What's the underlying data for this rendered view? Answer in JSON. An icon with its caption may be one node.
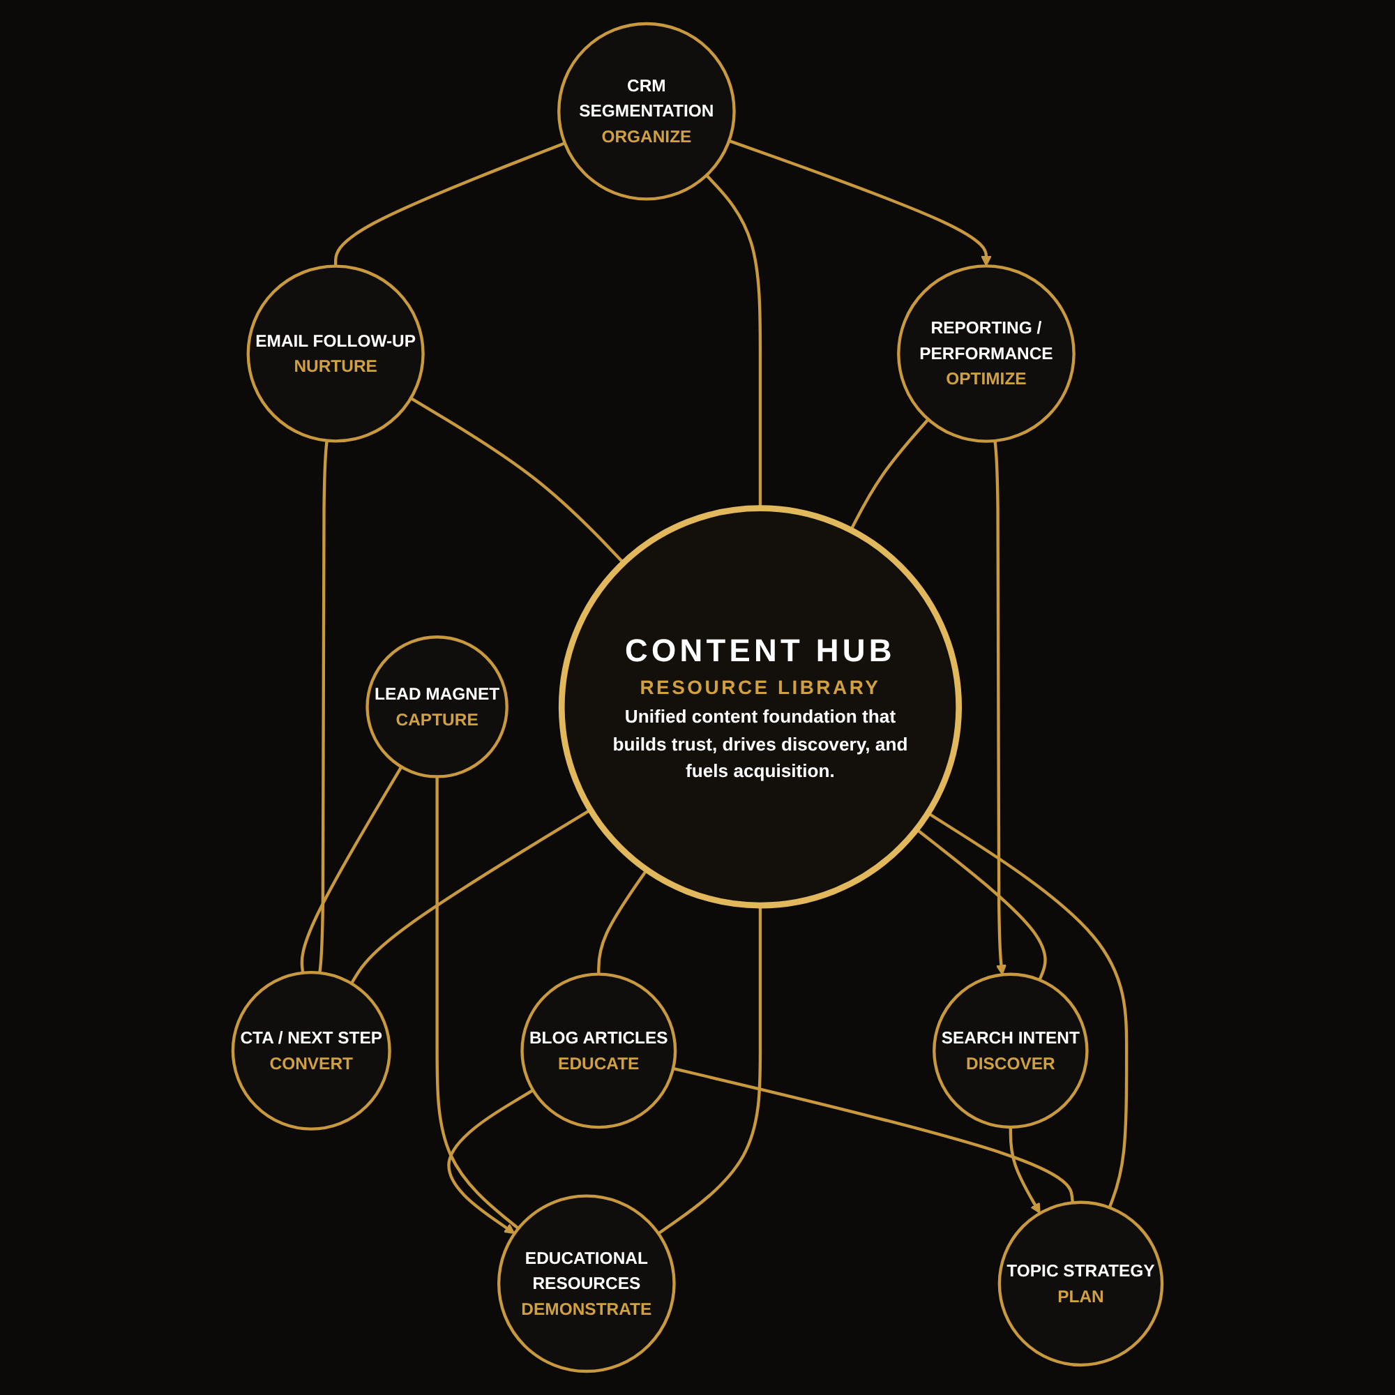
{
  "diagram": {
    "nodes": [
      {
        "text": [
          "CONTENT HUB",
          "RESOURCE LIBRARY",
          "Unified content foundation that builds trust, drives discovery, and fuels acquisition."
        ]
      },
      {
        "text": [
          "SEARCH INTENT",
          "DISCOVER"
        ]
      },
      {
        "text": [
          "TOPIC STRATEGY",
          "PLAN"
        ]
      },
      {
        "text": [
          "BLOG ARTICLES",
          "EDUCATE"
        ]
      },
      {
        "text": [
          "EDUCATIONAL RESOURCES",
          "DEMONSTRATE"
        ]
      },
      {
        "text": [
          "LEAD MAGNET",
          "CAPTURE"
        ]
      },
      {
        "text": [
          "CTA / NEXT STEP",
          "CONVERT"
        ]
      },
      {
        "text": [
          "EMAIL FOLLOW-UP",
          "NURTURE"
        ]
      },
      {
        "text": [
          "CRM SEGMENTATION",
          "ORGANIZE"
        ]
      },
      {
        "text": [
          "REPORTING / PERFORMANCE",
          "OPTIMIZE"
        ]
      }
    ],
    "edges": [
      {
        "from": 1,
        "to": 2,
        "arrow": "to"
      },
      {
        "from": 3,
        "to": 2,
        "arrow": "none"
      },
      {
        "from": 3,
        "to": 4,
        "arrow": "to"
      },
      {
        "from": 5,
        "to": 4,
        "arrow": "none"
      },
      {
        "from": 5,
        "to": 6,
        "arrow": "none"
      },
      {
        "from": 7,
        "to": 6,
        "arrow": "none"
      },
      {
        "from": 8,
        "to": 7,
        "arrow": "none"
      },
      {
        "from": 8,
        "to": 9,
        "arrow": "to"
      },
      {
        "from": 9,
        "to": 1,
        "arrow": "to"
      },
      {
        "from": 0,
        "to": 1,
        "arrow": "none"
      },
      {
        "from": 0,
        "to": 2,
        "arrow": "none"
      },
      {
        "from": 0,
        "to": 3,
        "arrow": "none"
      },
      {
        "from": 0,
        "to": 4,
        "arrow": "none"
      },
      {
        "from": 0,
        "to": 6,
        "arrow": "none"
      },
      {
        "from": 7,
        "to": 0,
        "arrow": "none"
      },
      {
        "from": 8,
        "to": 0,
        "arrow": "none"
      },
      {
        "from": 9,
        "to": 0,
        "arrow": "none"
      }
    ]
  }
}
